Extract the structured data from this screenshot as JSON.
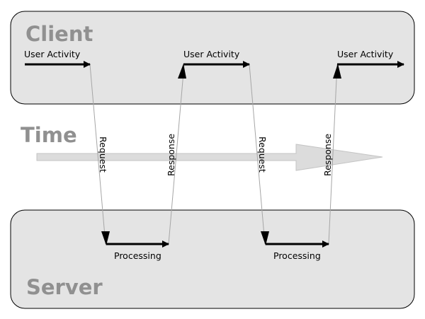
{
  "client": {
    "title": "Client",
    "activity_labels": [
      "User Activity",
      "User Activity",
      "User Activity"
    ]
  },
  "server": {
    "title": "Server",
    "processing_labels": [
      "Processing",
      "Processing"
    ]
  },
  "time": {
    "title": "Time"
  },
  "messages": [
    "Request",
    "Response",
    "Request",
    "Response"
  ],
  "colors": {
    "panel_fill": "#e4e4e4",
    "panel_stroke": "#000000",
    "title_gray": "#909090",
    "time_arrow_fill": "#dcdcdc",
    "time_arrow_stroke": "#c4c4c4",
    "message_line": "#a6a6a6",
    "activity_arrow": "#000000"
  }
}
